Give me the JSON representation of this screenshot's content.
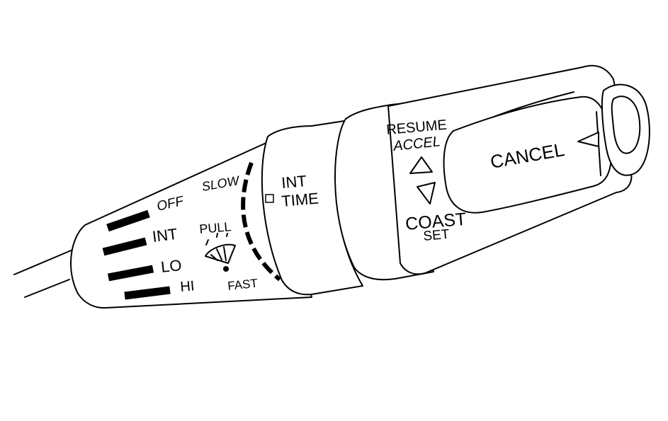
{
  "stalk": {
    "wiper_modes": [
      "OFF",
      "INT",
      "LO",
      "HI"
    ],
    "pull": "PULL",
    "slow": "SLOW",
    "fast": "FAST",
    "int_time": [
      "INT",
      "TIME"
    ],
    "resume_accel": [
      "RESUME",
      "ACCEL"
    ],
    "coast_set": [
      "COAST",
      "SET"
    ],
    "cancel": "CANCEL"
  }
}
